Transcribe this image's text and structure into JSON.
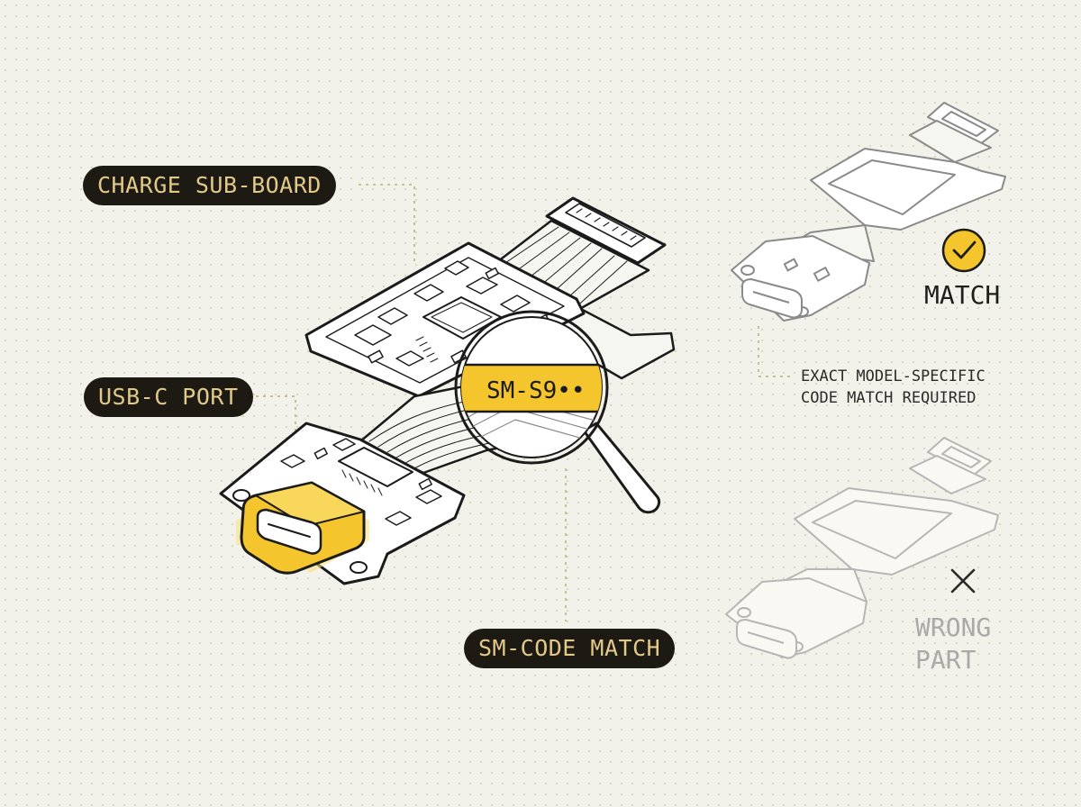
{
  "labels": {
    "charge_sub_board": "CHARGE SUB-BOARD",
    "usb_c_port": "USB-C PORT",
    "sm_code_match": "SM-CODE MATCH",
    "magnifier_code": "SM-S9••"
  },
  "match_panel": {
    "status": "MATCH",
    "note_line1": "EXACT MODEL-SPECIFIC",
    "note_line2": "CODE MATCH REQUIRED"
  },
  "wrong_panel": {
    "status_line1": "WRONG",
    "status_line2": "PART"
  },
  "colors": {
    "accent_yellow": "#f4c52c",
    "ink": "#1b1b1b",
    "pill_bg": "#1c1a12",
    "pill_text": "#e2c98a",
    "faded": "#a9a9a9",
    "background": "#f3f2ea"
  },
  "icons": {
    "match": "check-circle-icon",
    "wrong": "x-mark-icon",
    "magnifier": "magnifying-glass-icon"
  }
}
